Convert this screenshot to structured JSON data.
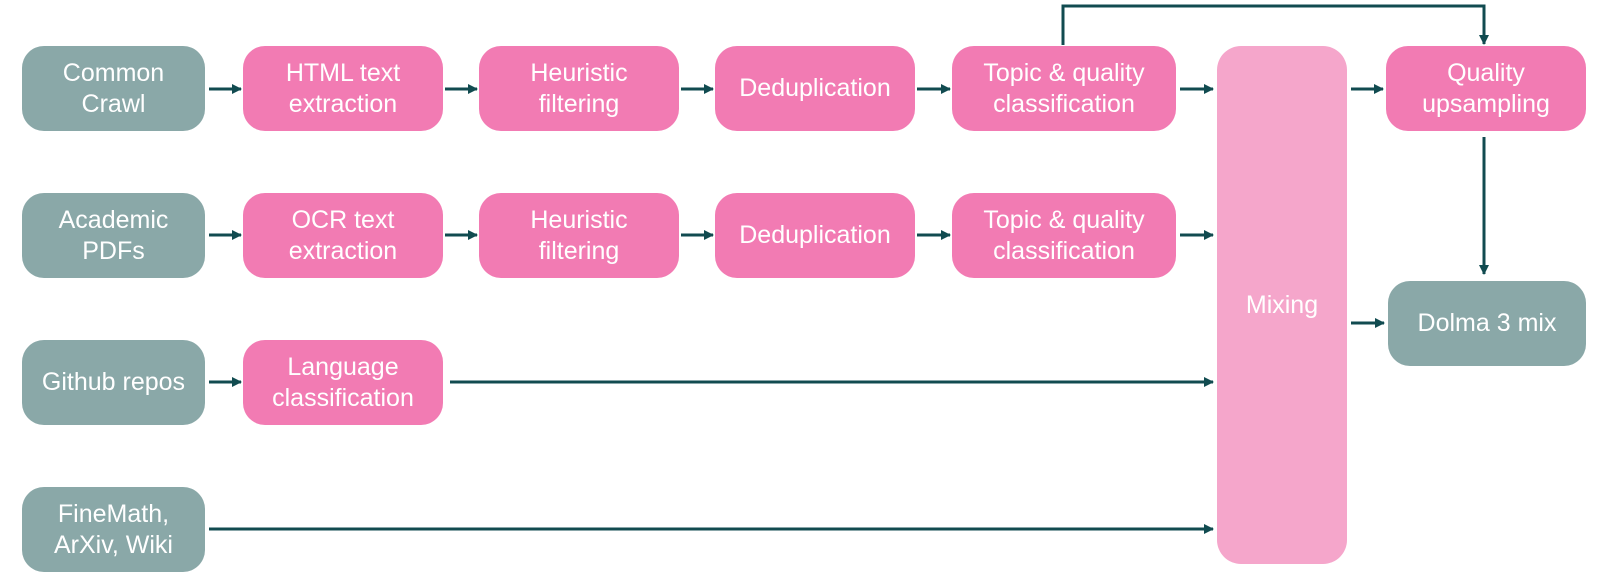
{
  "sources": [
    {
      "id": "common-crawl",
      "label": "Common\nCrawl"
    },
    {
      "id": "academic-pdfs",
      "label": "Academic\nPDFs"
    },
    {
      "id": "github-repos",
      "label": "Github repos"
    },
    {
      "id": "finemath-arxiv-wiki",
      "label": "FineMath,\nArXiv, Wiki"
    }
  ],
  "pipelines": {
    "common_crawl": [
      {
        "label": "HTML text\nextraction"
      },
      {
        "label": "Heuristic\nfiltering"
      },
      {
        "label": "Deduplication"
      },
      {
        "label": "Topic & quality\nclassification"
      }
    ],
    "academic_pdfs": [
      {
        "label": "OCR text\nextraction"
      },
      {
        "label": "Heuristic\nfiltering"
      },
      {
        "label": "Deduplication"
      },
      {
        "label": "Topic & quality\nclassification"
      }
    ],
    "github_repos": [
      {
        "label": "Language\nclassification"
      }
    ]
  },
  "mixing": {
    "label": "Mixing"
  },
  "upsampling": {
    "label": "Quality\nupsampling"
  },
  "output": {
    "label": "Dolma 3 mix"
  },
  "colors": {
    "source_fill": "#8AA8A8",
    "step_fill": "#F27BB3",
    "mixing_fill": "#F5A6CB",
    "arrow": "#114B50",
    "text": "#FFFFFF"
  }
}
